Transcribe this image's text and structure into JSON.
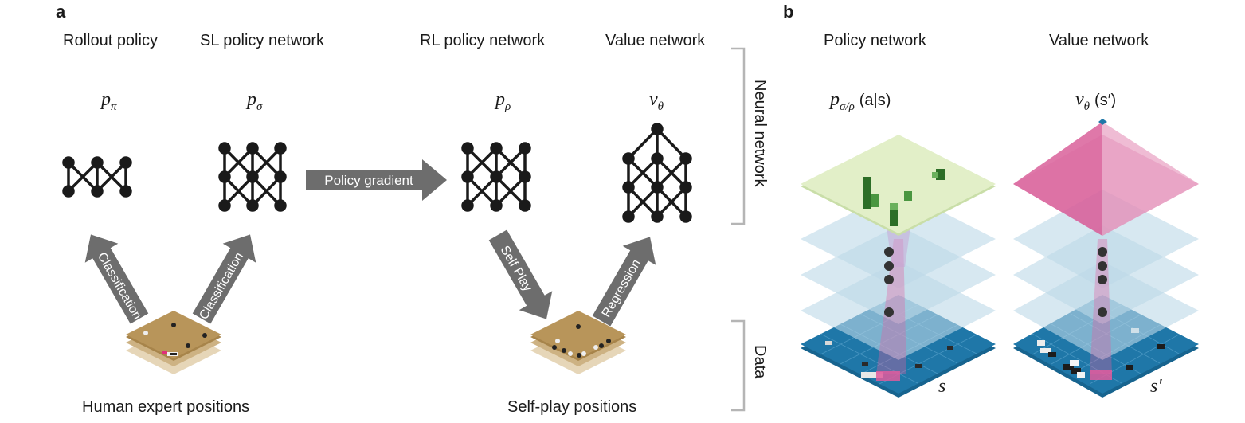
{
  "panel_a": {
    "letter": "a",
    "networks": [
      {
        "title": "Rollout policy",
        "symbol": "p",
        "subscript": "π"
      },
      {
        "title": "SL policy network",
        "symbol": "p",
        "subscript": "σ"
      },
      {
        "title": "RL policy network",
        "symbol": "p",
        "subscript": "ρ"
      },
      {
        "title": "Value network",
        "symbol": "v",
        "subscript": "θ"
      }
    ],
    "arrows": {
      "policy_gradient": "Policy gradient",
      "classification_left": "Classification",
      "classification_right": "Classification",
      "self_play": "Self Play",
      "regression": "Regression"
    },
    "datasets": {
      "human": "Human expert positions",
      "self_play": "Self-play positions"
    }
  },
  "brackets": {
    "neural_network": "Neural network",
    "data": "Data"
  },
  "panel_b": {
    "letter": "b",
    "policy": {
      "title": "Policy network",
      "symbol": "p",
      "subscript": "σ/ρ",
      "args": "(a|s)",
      "state_label": "s"
    },
    "value": {
      "title": "Value network",
      "symbol": "v",
      "subscript": "θ",
      "args": "(s′)",
      "state_label": "s′"
    }
  },
  "colors": {
    "arrow": "#6d6d6d",
    "node": "#1a1a1a",
    "board": "#b8955a",
    "board_layer2": "#cdb283",
    "board_layer3": "#e6d6b8",
    "data_plane": "#1f77a8",
    "hidden_plane": "#bcd9e8",
    "policy_plane": "#e2efc8",
    "policy_bar": "#3f8a35",
    "value_plane": "#d9609a",
    "bracket": "#b5b5b5"
  }
}
